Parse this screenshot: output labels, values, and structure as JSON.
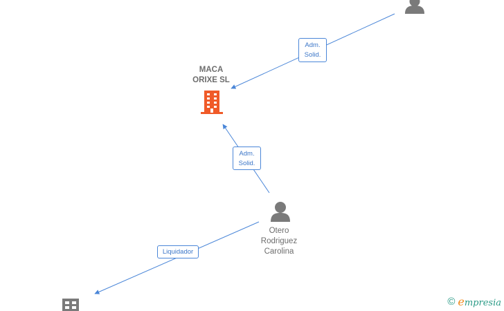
{
  "nodes": {
    "company_main": {
      "name_line1": "MACA",
      "name_line2": "ORIXE  SL",
      "color": "#f05a28"
    },
    "person_otero": {
      "name_line1": "Otero",
      "name_line2": "Rodriguez",
      "name_line3": "Carolina",
      "color": "#7a7a7a"
    },
    "person_top": {
      "color": "#7a7a7a"
    },
    "company_bottom": {
      "color": "#7a7a7a"
    }
  },
  "edges": [
    {
      "id": "top-to-company",
      "label_line1": "Adm.",
      "label_line2": "Solid."
    },
    {
      "id": "otero-to-company",
      "label_line1": "Adm.",
      "label_line2": "Solid."
    },
    {
      "id": "otero-to-bottom",
      "label_line1": "Liquidador"
    }
  ],
  "colors": {
    "edge": "#4a86d8",
    "brand": "#2a9a86",
    "brand_accent": "#f08a1c"
  },
  "footer": {
    "copyright": "©",
    "brand_first": "e",
    "brand_rest": "mpresia"
  }
}
